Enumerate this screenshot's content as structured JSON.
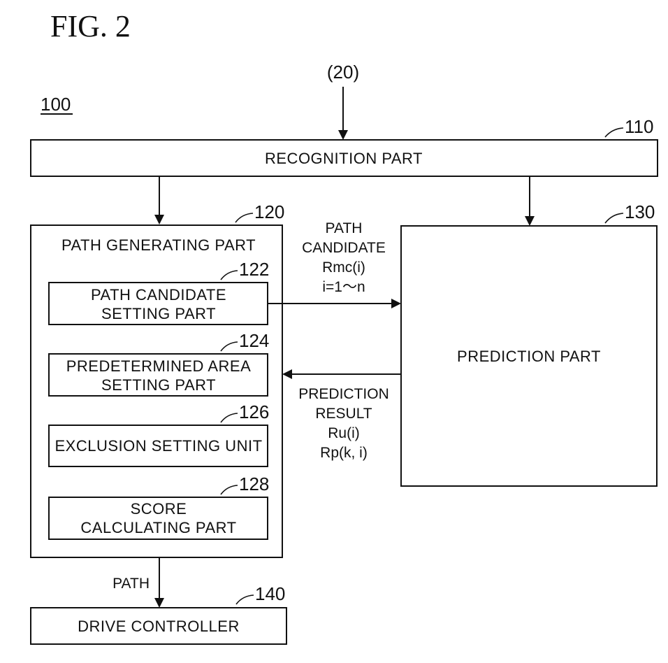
{
  "figure": {
    "title": "FIG. 2",
    "system_ref": "100",
    "input_ref": "(20)"
  },
  "blocks": {
    "recognition": {
      "ref": "110",
      "label": "RECOGNITION PART"
    },
    "path_generating": {
      "ref": "120",
      "label": "PATH GENERATING PART"
    },
    "path_candidate_setting": {
      "ref": "122",
      "line1": "PATH CANDIDATE",
      "line2": "SETTING PART"
    },
    "predetermined_area_setting": {
      "ref": "124",
      "line1": "PREDETERMINED AREA",
      "line2": "SETTING PART"
    },
    "exclusion_setting": {
      "ref": "126",
      "label": "EXCLUSION SETTING UNIT"
    },
    "score_calculating": {
      "ref": "128",
      "line1": "SCORE",
      "line2": "CALCULATING PART"
    },
    "prediction": {
      "ref": "130",
      "label": "PREDICTION PART"
    },
    "drive_controller": {
      "ref": "140",
      "label": "DRIVE CONTROLLER"
    }
  },
  "flows": {
    "path_candidate": {
      "line1": "PATH",
      "line2": "CANDIDATE",
      "line3": "Rmc(i)",
      "line4": "i=1～n"
    },
    "prediction_result": {
      "line1": "PREDICTION",
      "line2": "RESULT",
      "line3": "Ru(i)",
      "line4": "Rp(k, i)"
    },
    "path": {
      "label": "PATH"
    }
  }
}
